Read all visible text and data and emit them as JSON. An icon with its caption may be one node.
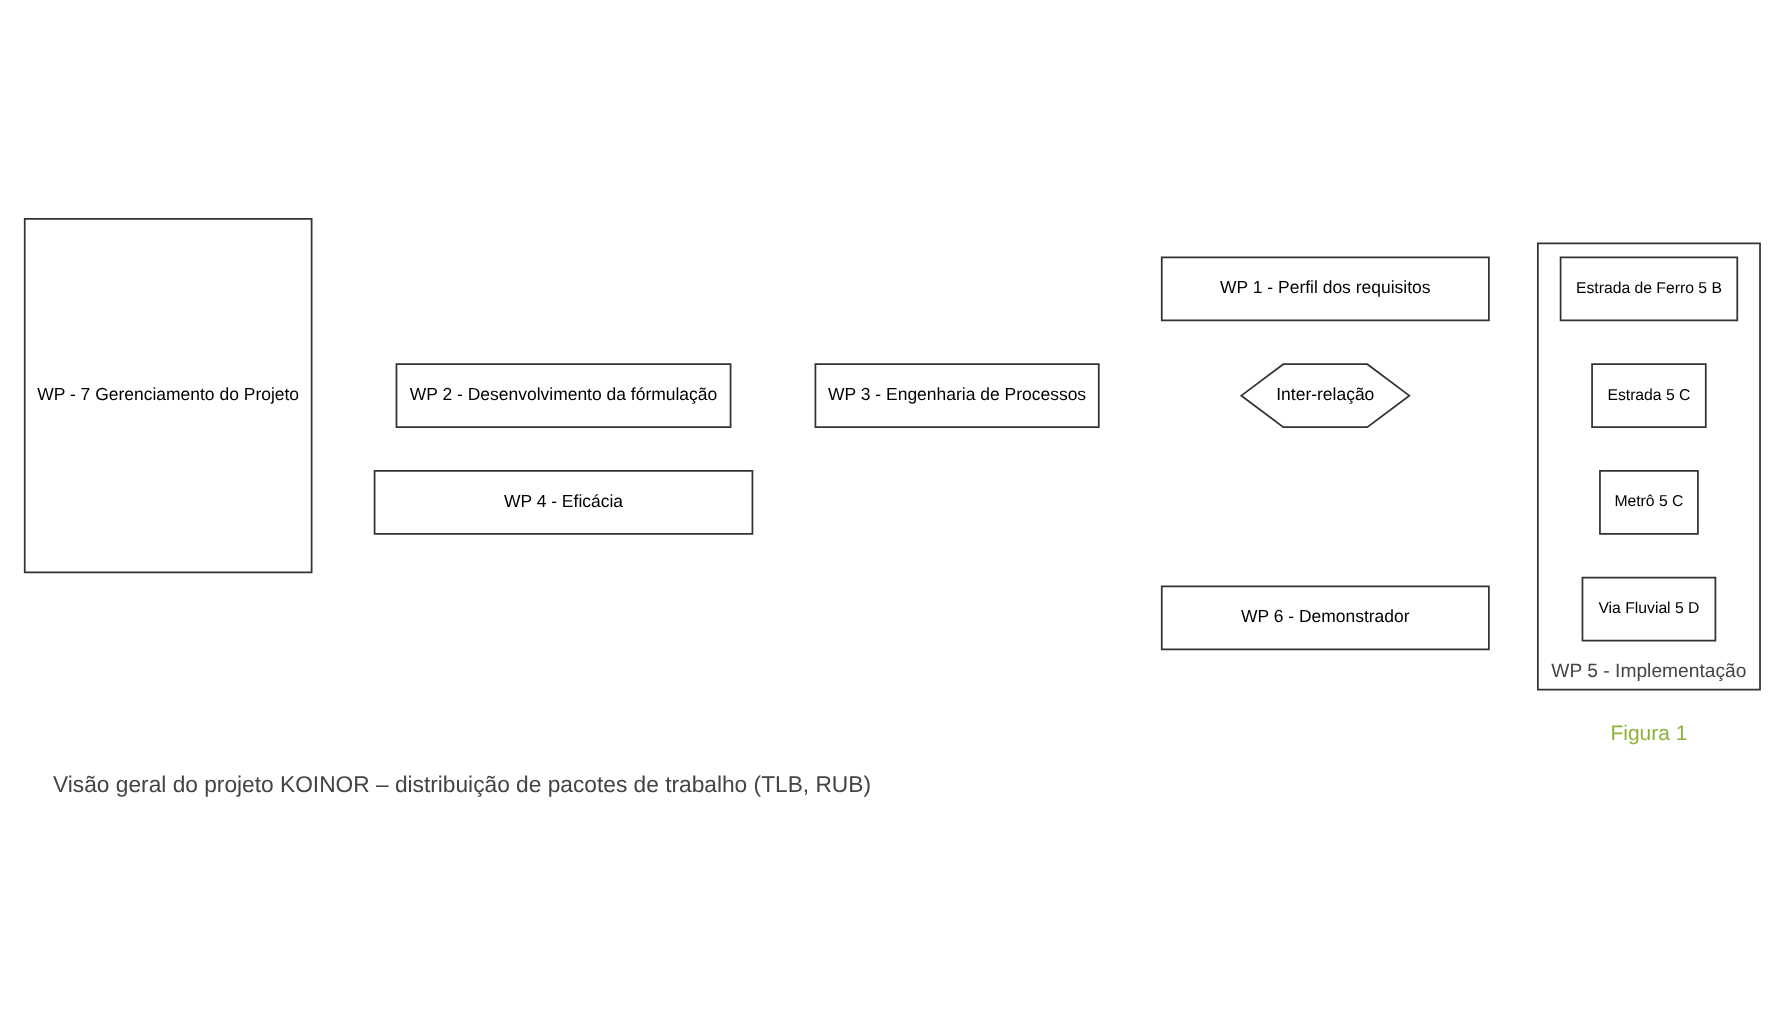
{
  "diagram": {
    "caption": "Visão geral do projeto KOINOR – distribuição de pacotes de trabalho (TLB, RUB)",
    "nodes": [
      {
        "text": [
          "WP - 7 Gerenciamento do Projeto"
        ]
      },
      {
        "text": [
          "WP 1 - Perfil dos requisitos"
        ]
      },
      {
        "text": [
          "WP 2 - Desenvolvimento da fórmulação"
        ]
      },
      {
        "text": [
          "WP 3 - Engenharia de Processos"
        ]
      },
      {
        "text": [
          "WP 5 - Implementação"
        ]
      },
      {
        "text": [
          "Estrada 5 C"
        ],
        "in": 4
      },
      {
        "text": [
          "Estrada de Ferro 5 B"
        ],
        "in": 4
      },
      {
        "text": [
          "Metrô 5 C"
        ],
        "in": 4
      },
      {
        "text": [
          "Via Fluvial 5 D"
        ],
        "in": 4
      },
      {
        "text": [
          "Inter-relação"
        ]
      },
      {
        "text": [
          "WP 4 - Eficácia"
        ]
      },
      {
        "text": [
          "WP 6 - Demonstrador"
        ]
      }
    ],
    "labels": [
      "Figura 1"
    ]
  }
}
